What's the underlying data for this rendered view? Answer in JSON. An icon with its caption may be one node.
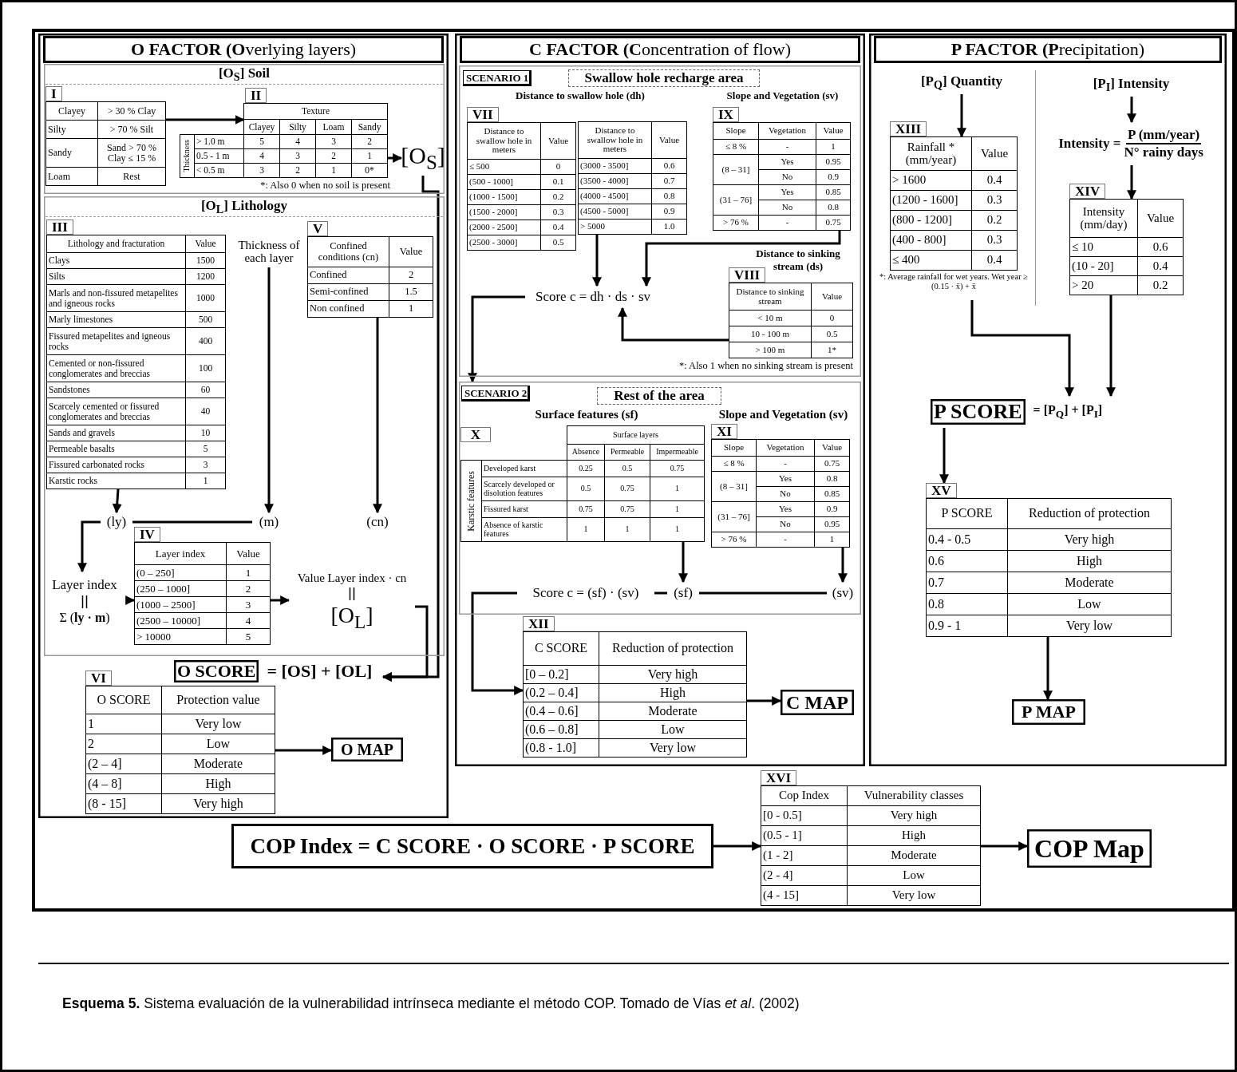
{
  "diagram": {
    "nodes": [
      {
        "text": [
          "**O FACTOR (O**verlying layers)"
        ]
      },
      {
        "text": [
          "[O$_{S}$] Soil"
        ],
        "in": 0
      },
      {
        "text": [
          "I",
          "Clayey",
          "> 30 % Clay",
          "Silty",
          "> 70 % Silt",
          "Sandy",
          "Sand > 70 % Clay ≤ 15 %",
          "Loam",
          "Rest"
        ],
        "in": 1
      },
      {
        "text": [
          "II",
          "Texture",
          "Clayey",
          "Silty",
          "Loam",
          "Sandy",
          "Thickness",
          "> 1.0 m",
          "5",
          "4",
          "3",
          "2",
          "0.5 - 1 m",
          "4",
          "3",
          "2",
          "1",
          "< 0.5 m",
          "3",
          "2",
          "1",
          "0*"
        ],
        "beside": [
          "*: Also 0 when no soil is present"
        ],
        "in": 1
      },
      {
        "text": [
          "[O$_{S}$]"
        ],
        "in": 1
      },
      {
        "text": [
          "[O$_{L}$] Lithology"
        ],
        "in": 0
      },
      {
        "text": [
          "III",
          "Lithology and fracturation",
          "Value",
          "Clays",
          "1500",
          "Silts",
          "1200",
          "Marls and non-fissured metapelites and igneous rocks",
          "1000",
          "Marly limestones",
          "500",
          "Fissured metapelites and igneous rocks",
          "400",
          "Cemented or non-fissured conglomerates and breccias",
          "100",
          "Sandstones",
          "60",
          "Scarcely cemented or fissured conglomerates and breccias",
          "40",
          "Sands and gravels",
          "10",
          "Permeable basalts",
          "5",
          "Fissured carbonated rocks",
          "3",
          "Karstic rocks",
          "1"
        ],
        "in": 5
      },
      {
        "text": [
          "Thickness of each layer"
        ],
        "in": 5
      },
      {
        "text": [
          "V",
          "Confined conditions (cn)",
          "Value",
          "Confined",
          "2",
          "Semi-confined",
          "1.5",
          "Non confined",
          "1"
        ],
        "in": 5
      },
      {
        "text": [
          "(ly)"
        ],
        "in": 5
      },
      {
        "text": [
          "(m)"
        ],
        "in": 5
      },
      {
        "text": [
          "(cn)"
        ],
        "in": 5
      },
      {
        "text": [
          "Layer index",
          "Σ (**ly · m**)"
        ],
        "in": 5
      },
      {
        "text": [
          "IV",
          "Layer index",
          "Value",
          "(0 – 250]",
          "1",
          "(250 – 1000]",
          "2",
          "(1000 – 2500]",
          "3",
          "(2500 – 10000]",
          "4",
          "> 10000",
          "5"
        ],
        "in": 5
      },
      {
        "text": [
          "Value Layer index · cn",
          "[O$_{L}$]"
        ],
        "in": 5
      },
      {
        "text": [
          "O SCORE"
        ],
        "beside": [
          "= [OS] + [OL]"
        ],
        "in": 0
      },
      {
        "text": [
          "VI",
          "O SCORE",
          "Protection value",
          "1",
          "Very low",
          "2",
          "Low",
          "(2 – 4]",
          "Moderate",
          "(4 – 8]",
          "High",
          "(8 - 15]",
          "Very high"
        ],
        "in": 0
      },
      {
        "text": [
          "O MAP"
        ],
        "in": 0
      },
      {
        "text": [
          "**C FACTOR (C**oncentration of flow)"
        ]
      },
      {
        "text": [
          "SCENARIO 1",
          "Swallow hole recharge area"
        ],
        "in": 18
      },
      {
        "text": [
          "VII",
          "Distance to swallow hole in meters",
          "Value",
          "≤ 500",
          "0",
          "(500 - 1000]",
          "0.1",
          "(1000 - 1500]",
          "0.2",
          "(1500 - 2000]",
          "0.3",
          "(2000 - 2500]",
          "0.4",
          "(2500 - 3000]",
          "0.5"
        ],
        "in": 19
      },
      {
        "text": [
          "Distance to swallow hole in meters",
          "Value",
          "(3000 - 3500]",
          "0.6",
          "(3500 - 4000]",
          "0.7",
          "(4000 - 4500]",
          "0.8",
          "(4500 - 5000]",
          "0.9",
          "> 5000",
          "1.0"
        ],
        "in": 19
      },
      {
        "text": [
          "IX",
          "Slope",
          "Vegetation",
          "Value",
          "≤ 8 %",
          "-",
          "1",
          "(8 – 31]",
          "Yes",
          "0.95",
          "No",
          "0.9",
          "(31 – 76]",
          "Yes",
          "0.85",
          "No",
          "0.8",
          "> 76 %",
          "-",
          "0.75"
        ],
        "in": 19
      },
      {
        "text": [
          "Score c = dh · ds · sv"
        ],
        "in": 19
      },
      {
        "text": [
          "VIII",
          "Distance to sinking stream",
          "Value",
          "< 10 m",
          "0",
          "10 - 100 m",
          "0.5",
          "> 100 m",
          "1*"
        ],
        "beside": [
          "*: Also 1 when no sinking stream is present"
        ],
        "in": 19
      },
      {
        "text": [
          "SCENARIO 2",
          "Rest of the area"
        ],
        "in": 18
      },
      {
        "text": [
          "X",
          "Surface layers",
          "Absence",
          "Permeable",
          "Impermeable",
          "Karstic features",
          "Developed karst",
          "0.25",
          "0.5",
          "0.75",
          "Scarcely developed or disolution features",
          "0.5",
          "0.75",
          "1",
          "Fissured karst",
          "0.75",
          "0.75",
          "1",
          "Absence of karstic features",
          "1",
          "1",
          "1"
        ],
        "in": 25
      },
      {
        "text": [
          "XI",
          "Slope",
          "Vegetation",
          "Value",
          "≤ 8 %",
          "-",
          "0.75",
          "(8 – 31]",
          "Yes",
          "0.8",
          "No",
          "0.85",
          "(31 – 76]",
          "Yes",
          "0.9",
          "No",
          "0.95",
          "> 76 %",
          "-",
          "1"
        ],
        "in": 25
      },
      {
        "text": [
          "Score c = (sf) · (sv)"
        ],
        "in": 25
      },
      {
        "text": [
          "(sf)"
        ],
        "in": 25
      },
      {
        "text": [
          "(sv)"
        ],
        "in": 25
      },
      {
        "text": [
          "XII",
          "C SCORE",
          "Reduction of protection",
          "[0 – 0.2]",
          "Very high",
          "(0.2 – 0.4]",
          "High",
          "(0.4 – 0.6]",
          "Moderate",
          "(0.6 – 0.8]",
          "Low",
          "(0.8 - 1.0]",
          "Very low"
        ],
        "in": 18
      },
      {
        "text": [
          "C MAP"
        ],
        "in": 18
      },
      {
        "text": [
          "**P FACTOR (P**recipitation)"
        ]
      },
      {
        "text": [
          "[P$_{Q}$] Quantity"
        ],
        "in": 33
      },
      {
        "text": [
          "[P$_{I}$] Intensity"
        ],
        "in": 33
      },
      {
        "text": [
          "Intensity =",
          "P (mm/year)",
          "N° rainy days"
        ],
        "in": 33
      },
      {
        "text": [
          "XIII",
          "Rainfall * (mm/year)",
          "Value",
          "> 1600",
          "0.4",
          "(1200 - 1600]",
          "0.3",
          "(800 - 1200]",
          "0.2",
          "(400 - 800]",
          "0.3",
          "≤ 400",
          "0.4"
        ],
        "beside": [
          "*: Average rainfall for wet years. Wet year ≥ (0.15 · x̄) + x̄"
        ],
        "in": 33
      },
      {
        "text": [
          "XIV",
          "Intensity (mm/day)",
          "Value",
          "≤ 10",
          "0.6",
          "(10 - 20]",
          "0.4",
          "> 20",
          "0.2"
        ],
        "in": 33
      },
      {
        "text": [
          "P SCORE"
        ],
        "beside": [
          "= [P$_{Q}$] + [P$_{I}$]"
        ],
        "in": 33
      },
      {
        "text": [
          "XV",
          "P SCORE",
          "Reduction of protection",
          "0.4 - 0.5",
          "Very high",
          "0.6",
          "High",
          "0.7",
          "Moderate",
          "0.8",
          "Low",
          "0.9 - 1",
          "Very low"
        ],
        "in": 33
      },
      {
        "text": [
          "P MAP"
        ],
        "in": 33
      },
      {
        "text": [
          "COP Index = C SCORE · O SCORE · P SCORE"
        ]
      },
      {
        "text": [
          "XVI",
          "Cop Index",
          "Vulnerability classes",
          "[0 - 0.5]",
          "Very high",
          "(0.5 - 1]",
          "High",
          "(1 - 2]",
          "Moderate",
          "(2 - 4]",
          "Low",
          "(4 - 15]",
          "Very low"
        ]
      },
      {
        "text": [
          "COP Map"
        ]
      }
    ],
    "edges": [
      {
        "from": 2,
        "to": 3,
        "arrow": "to"
      },
      {
        "from": 3,
        "to": 4,
        "arrow": "to"
      },
      {
        "from": 4,
        "to": 15,
        "arrow": "to"
      },
      {
        "from": 14,
        "to": 15,
        "arrow": "to"
      },
      {
        "from": 6,
        "to": 9,
        "arrow": "to"
      },
      {
        "from": 7,
        "to": 10,
        "arrow": "to"
      },
      {
        "from": 8,
        "to": 11,
        "arrow": "to"
      },
      {
        "from": 9,
        "to": 12,
        "arrow": "to"
      },
      {
        "from": 9,
        "to": 10,
        "arrow": "none"
      },
      {
        "from": 12,
        "to": 13,
        "arrow": "to"
      },
      {
        "from": 13,
        "to": 14,
        "arrow": "to"
      },
      {
        "from": 16,
        "to": 17,
        "arrow": "to"
      },
      {
        "from": 21,
        "to": 23,
        "arrow": "to"
      },
      {
        "from": 22,
        "to": 23,
        "arrow": "to"
      },
      {
        "from": 24,
        "to": 23,
        "arrow": "to"
      },
      {
        "from": 23,
        "to": 25,
        "arrow": "to"
      },
      {
        "from": 26,
        "to": 29,
        "arrow": "to"
      },
      {
        "from": 27,
        "to": 30,
        "arrow": "to"
      },
      {
        "from": 28,
        "to": 29,
        "arrow": "none"
      },
      {
        "from": 29,
        "to": 30,
        "arrow": "none"
      },
      {
        "from": 28,
        "to": 31,
        "arrow": "to"
      },
      {
        "from": 31,
        "to": 32,
        "arrow": "to"
      },
      {
        "from": 34,
        "to": 37,
        "arrow": "to"
      },
      {
        "from": 35,
        "to": 36,
        "arrow": "to"
      },
      {
        "from": 36,
        "to": 38,
        "arrow": "to"
      },
      {
        "from": 37,
        "to": 39,
        "arrow": "to"
      },
      {
        "from": 38,
        "to": 39,
        "arrow": "to"
      },
      {
        "from": 39,
        "to": 40,
        "arrow": "to"
      },
      {
        "from": 40,
        "to": 41,
        "arrow": "to"
      },
      {
        "from": 42,
        "to": 43,
        "arrow": "to"
      },
      {
        "from": 43,
        "to": 44,
        "arrow": "to"
      }
    ],
    "labels": [
      "Distance to swallow hole (dh)",
      "Slope and Vegetation (sv)",
      "Distance to sinking stream (ds)",
      "Surface features (sf)",
      "Slope and Vegetation (sv)"
    ],
    "caption": "**Esquema 5.** Sistema evaluación de la vulnerabilidad intrínseca mediante el método COP. Tomado de Vías *et al*. (2002)"
  }
}
